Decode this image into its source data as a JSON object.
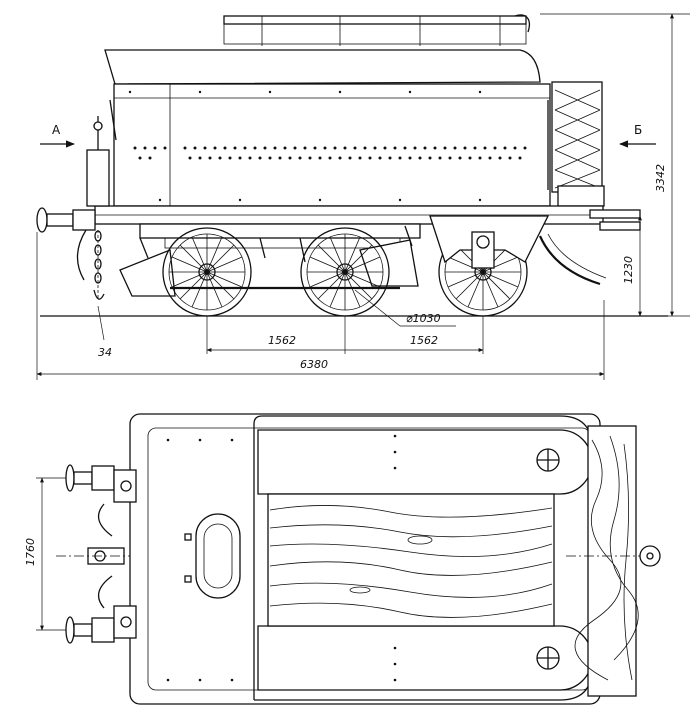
{
  "labels": {
    "view_a": "А",
    "view_b": "Б",
    "height_total": "3342",
    "height_coupler": "1230",
    "wheel_diameter": "⌀1030",
    "wheelbase_left": "1562",
    "wheelbase_right": "1562",
    "overall_length": "6380",
    "callout_34": "34",
    "buffer_spacing": "1760"
  }
}
